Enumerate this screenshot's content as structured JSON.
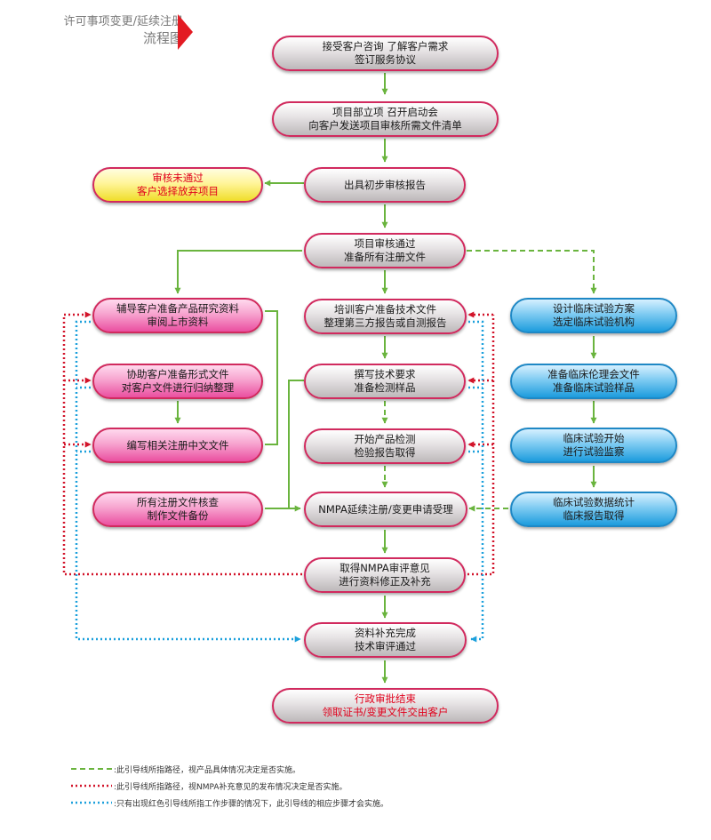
{
  "title": {
    "line1": "许可事项变更/延续注册",
    "line2": "流程图"
  },
  "colors": {
    "green": "#6ab43e",
    "red": "#d2142a",
    "blue": "#1ca0dc",
    "accent": "#e31b23"
  },
  "steps": {
    "s1": [
      "接受客户咨询 了解客户需求",
      "签订服务协议"
    ],
    "s2": [
      "项目部立项 召开启动会",
      "向客户发送项目审核所需文件清单"
    ],
    "s3": [
      "出具初步审核报告"
    ],
    "s4": [
      "项目审核通过",
      "准备所有注册文件"
    ],
    "s5": [
      "培训客户准备技术文件",
      "整理第三方报告或自测报告"
    ],
    "s6": [
      "撰写技术要求",
      "准备检测样品"
    ],
    "s7": [
      "开始产品检测",
      "检验报告取得"
    ],
    "s8": [
      "NMPA延续注册/变更申请受理"
    ],
    "s9": [
      "取得NMPA审评意见",
      "进行资料修正及补充"
    ],
    "s10": [
      "资料补充完成",
      "技术审评通过"
    ],
    "s11": [
      "行政审批结束",
      "领取证书/变更文件交由客户"
    ],
    "reject": [
      "审核未通过",
      "客户选择放弃项目"
    ],
    "l1": [
      "辅导客户准备产品研究资料",
      "审阅上市资料"
    ],
    "l2": [
      "协助客户准备形式文件",
      "对客户文件进行归纳整理"
    ],
    "l3": [
      "编写相关注册中文文件"
    ],
    "l4": [
      "所有注册文件核查",
      "制作文件备份"
    ],
    "r1": [
      "设计临床试验方案",
      "选定临床试验机构"
    ],
    "r2": [
      "准备临床伦理会文件",
      "准备临床试验样品"
    ],
    "r3": [
      "临床试验开始",
      "进行试验监察"
    ],
    "r4": [
      "临床试验数据统计",
      "临床报告取得"
    ]
  },
  "legend": {
    "green": ":此引导线所指路径，视产品具体情况决定是否实施。",
    "red": ":此引导线所指路径，视NMPA补充意见的发布情况决定是否实施。",
    "blue": ":只有出现红色引导线所指工作步骤的情况下，此引导线的相应步骤才会实施。"
  }
}
